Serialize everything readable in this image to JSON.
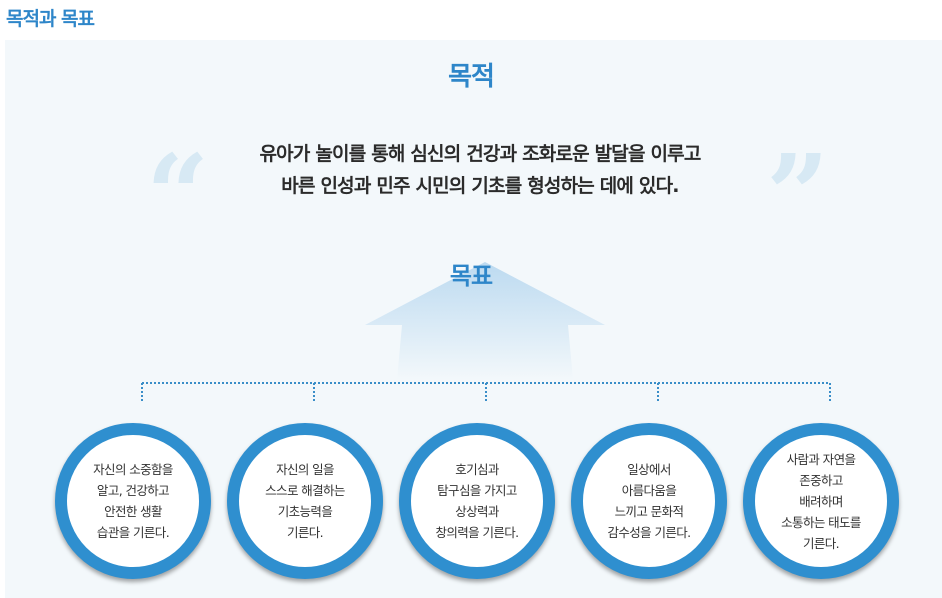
{
  "section_title": "목적과 목표",
  "purpose": {
    "heading": "목적",
    "line1": "유아가 놀이를 통해 심신의 건강과 조화로운 발달을 이루고",
    "line2": "바른 인성과 민주 시민의 기초를 형성하는 데에 있다."
  },
  "goal": {
    "heading": "목표",
    "items": [
      {
        "lines": [
          "자신의 소중함을",
          "알고, 건강하고",
          "안전한 생활",
          "습관을 기른다."
        ]
      },
      {
        "lines": [
          "자신의 일을",
          "스스로 해결하는",
          "기초능력을",
          "기른다."
        ]
      },
      {
        "lines": [
          "호기심과",
          "탐구심을 가지고",
          "상상력과",
          "창의력을 기른다."
        ]
      },
      {
        "lines": [
          "일상에서",
          "아름다움을",
          "느끼고 문화적",
          "감수성을 기른다."
        ]
      },
      {
        "lines": [
          "사람과 자연을",
          "존중하고",
          "배려하며",
          "소통하는 태도를",
          "기른다."
        ]
      }
    ]
  },
  "colors": {
    "accent": "#2e86c9",
    "circle_border": "#2f8fcf",
    "panel_bg": "#f3f8fb",
    "quote": "#d7e9f4"
  }
}
